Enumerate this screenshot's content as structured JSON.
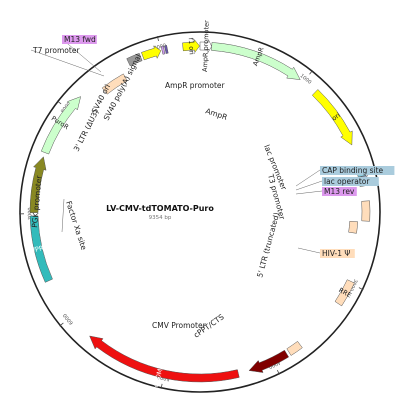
{
  "map": {
    "name": "LV-CMV-tdTOMATO-Puro",
    "size_label": "9354 bp",
    "backbone_color": "#222222"
  },
  "ticks": [
    {
      "label": "9000",
      "pos": 9000
    },
    {
      "label": "1000",
      "pos": 1000
    },
    {
      "label": "2000",
      "pos": 2000
    },
    {
      "label": "3000",
      "pos": 3000
    },
    {
      "label": "4000",
      "pos": 4000
    },
    {
      "label": "5000",
      "pos": 5000
    },
    {
      "label": "6000",
      "pos": 6000
    },
    {
      "label": "7000",
      "pos": 7000
    },
    {
      "label": "8000",
      "pos": 8000
    }
  ],
  "features": [
    {
      "id": "f1-ori",
      "label": "f1 ori",
      "start": 9200,
      "end": 9350,
      "strand": 1,
      "color": "#ffff00",
      "ring": 0
    },
    {
      "id": "ampr-promoter",
      "label": "AmpR promoter",
      "start": 0,
      "end": 105,
      "strand": 1,
      "color": "#ffffff",
      "ring": 0
    },
    {
      "id": "ampr",
      "label": "AmpR",
      "start": 105,
      "end": 965,
      "strand": 1,
      "color": "#ccffcc",
      "ring": 0
    },
    {
      "id": "ori",
      "label": "ori",
      "start": 1140,
      "end": 1720,
      "strand": 1,
      "color": "#ffff00",
      "ring": 0
    },
    {
      "id": "cap-binding-site",
      "label": "",
      "start": 1995,
      "end": 2015,
      "strand": 0,
      "color": "#88ccdd",
      "ring": 0
    },
    {
      "id": "lac-promoter-bar",
      "label": "",
      "start": 2018,
      "end": 2040,
      "strand": 0,
      "color": "#99aacc",
      "ring": 0
    },
    {
      "id": "lac-operator-bar",
      "label": "",
      "start": 2042,
      "end": 2062,
      "strand": 0,
      "color": "#6655aa",
      "ring": 0
    },
    {
      "id": "m13-rev-bar",
      "label": "",
      "start": 2064,
      "end": 2084,
      "strand": 0,
      "color": "#cc99ee",
      "ring": 0
    },
    {
      "id": "t3-promoter-bar",
      "label": "",
      "start": 2086,
      "end": 2104,
      "strand": 0,
      "color": "#99ccaa",
      "ring": 0
    },
    {
      "id": "five-ltr",
      "label": "",
      "start": 2240,
      "end": 2420,
      "strand": 0,
      "color": "#ffddbb",
      "ring": 0
    },
    {
      "id": "hiv-psi",
      "label": "",
      "start": 2430,
      "end": 2540,
      "strand": 0,
      "color": "#ffddbb",
      "ring": 1
    },
    {
      "id": "rre",
      "label": "RRE",
      "start": 2980,
      "end": 3210,
      "strand": 0,
      "color": "#ffddbb",
      "ring": 0
    },
    {
      "id": "cppt-cts",
      "label": "",
      "start": 3715,
      "end": 3835,
      "strand": 0,
      "color": "#ffddbb",
      "ring": 0
    },
    {
      "id": "cmv-promoter",
      "label": "",
      "start": 3860,
      "end": 4230,
      "strand": 1,
      "color": "#800000",
      "ring": 0
    },
    {
      "id": "tdtomato",
      "label": "tdTOMATO",
      "start": 4330,
      "end": 5760,
      "strand": 1,
      "color": "#ee1111",
      "ring": 0
    },
    {
      "id": "wpre",
      "label": "WPRE",
      "start": 6380,
      "end": 6980,
      "strand": 0,
      "color": "#33bbbb",
      "ring": 0
    },
    {
      "id": "pgk-promoter",
      "label": "",
      "start": 7010,
      "end": 7520,
      "strand": 1,
      "color": "#888822",
      "ring": 0
    },
    {
      "id": "puror",
      "label": "PuroR",
      "start": 7560,
      "end": 8160,
      "strand": 1,
      "color": "#ccffcc",
      "ring": 0
    },
    {
      "id": "three-ltr",
      "label": "",
      "start": 8360,
      "end": 8600,
      "strand": 0,
      "color": "#ffddbb",
      "ring": 1
    },
    {
      "id": "sv40-polya",
      "label": "",
      "start": 8690,
      "end": 8810,
      "strand": 0,
      "color": "#999999",
      "ring": 0
    },
    {
      "id": "sv40-ori",
      "label": "",
      "start": 8830,
      "end": 9000,
      "strand": 1,
      "color": "#ffff00",
      "ring": 0
    },
    {
      "id": "t7-promoter-bar",
      "label": "",
      "start": 9010,
      "end": 9030,
      "strand": 0,
      "color": "#cc99ee",
      "ring": 0
    },
    {
      "id": "m13-fwd-bar",
      "label": "",
      "start": 9040,
      "end": 9060,
      "strand": 0,
      "color": "#6655aa",
      "ring": 0
    }
  ],
  "labels": [
    {
      "id": "m13-fwd",
      "text": "M13 fwd",
      "box": "#dd99ee"
    },
    {
      "id": "t7-promoter",
      "text": "T7 promoter",
      "box": ""
    },
    {
      "id": "sv40-ori",
      "text": "SV40 ori",
      "box": ""
    },
    {
      "id": "sv40-polya",
      "text": "SV40 poly(A) signal",
      "box": ""
    },
    {
      "id": "three-ltr",
      "text": "3' LTR (ΔU3)",
      "box": ""
    },
    {
      "id": "ampr-promoter",
      "text": "AmpR promoter",
      "box": ""
    },
    {
      "id": "ampr",
      "text": "AmpR",
      "box": ""
    },
    {
      "id": "lac-promoter",
      "text": "lac promoter",
      "box": ""
    },
    {
      "id": "t3-promoter",
      "text": "T3 promoter",
      "box": ""
    },
    {
      "id": "cap-binding-site",
      "text": "CAP binding site",
      "box": "#aaccdd"
    },
    {
      "id": "lac-operator",
      "text": "lac operator",
      "box": "#aaccdd"
    },
    {
      "id": "m13-rev",
      "text": "M13 rev",
      "box": "#dd99ee"
    },
    {
      "id": "five-ltr",
      "text": "5' LTR (truncated)",
      "box": ""
    },
    {
      "id": "hiv-psi",
      "text": "HIV-1 Ψ",
      "box": "#ffddbb"
    },
    {
      "id": "pgk-promoter",
      "text": "PGK promoter",
      "box": ""
    },
    {
      "id": "factor-xa",
      "text": "Factor Xa site",
      "box": ""
    },
    {
      "id": "cmv-promoter",
      "text": "CMV Promoter",
      "box": ""
    },
    {
      "id": "cppt-cts",
      "text": "cPPT/CTS",
      "box": ""
    }
  ]
}
